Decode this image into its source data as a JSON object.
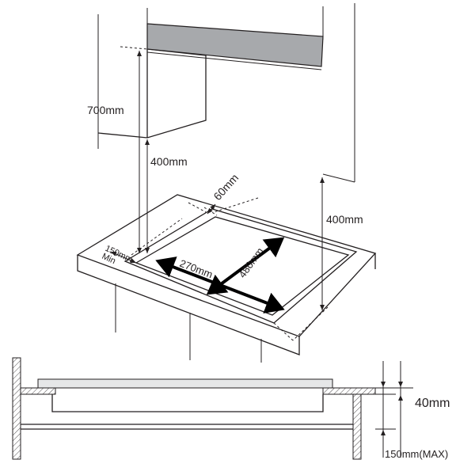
{
  "labels": {
    "cabinet_height": "700mm",
    "hood_clearance_left": "400mm",
    "hood_clearance_right": "400mm",
    "back_gap": "60mm",
    "side_gap": "150mm",
    "side_gap_min": "Min",
    "cutout_depth": "270mm",
    "cutout_width": "480mm",
    "counter_thickness": "40mm",
    "under_clearance": "150mm(MAX)"
  },
  "colors": {
    "line": "#231f20",
    "hood_fill": "#a7a9ac",
    "hob_fill": "#e6e7e8"
  }
}
